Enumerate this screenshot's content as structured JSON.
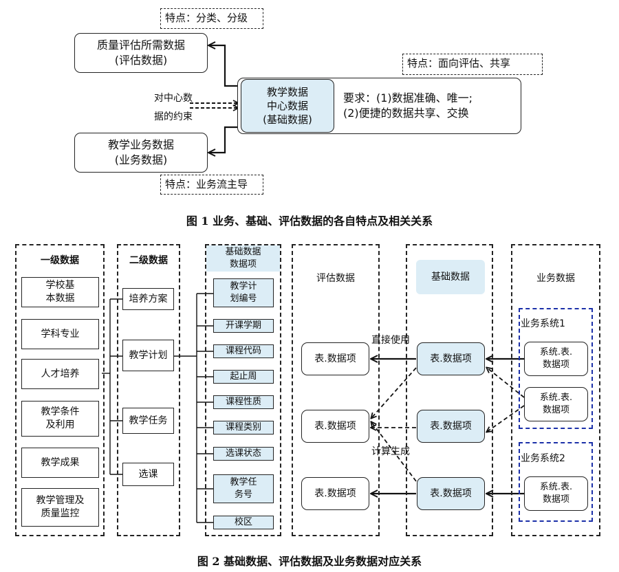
{
  "fig1": {
    "quality": [
      "质量评估所需数据",
      "(评估数据)"
    ],
    "business": [
      "教学业务数据",
      "(业务数据)"
    ],
    "center": [
      "教学数据",
      "中心数据",
      "(基础数据)"
    ],
    "requirement": [
      "要求：(1)数据准确、唯一;",
      "(2)便捷的数据共享、交换"
    ],
    "note_top": "特点：分类、分级",
    "note_right": "特点：面向评估、共享",
    "note_bottom": "特点：业务流主导",
    "constraint": [
      "对中心数",
      "据的约束"
    ],
    "caption": "图 1    业务、基础、评估数据的各自特点及相关关系"
  },
  "fig2": {
    "col1": {
      "title": "一级数据",
      "items": [
        [
          "学校基",
          "本数据"
        ],
        [
          "学科专业"
        ],
        [
          "人才培养"
        ],
        [
          "教学条件",
          "及利用"
        ],
        [
          "教学成果"
        ],
        [
          "教学管理及",
          "质量监控"
        ]
      ]
    },
    "col2": {
      "title": "二级数据",
      "items": [
        "培养方案",
        "教学计划",
        "教学任务",
        "选课"
      ]
    },
    "col3": {
      "title": [
        "基础数据",
        "数据项"
      ],
      "items": [
        [
          "教学计",
          "划编号"
        ],
        [
          "开课学期"
        ],
        [
          "课程代码"
        ],
        [
          "起止周"
        ],
        [
          "课程性质"
        ],
        [
          "课程类别"
        ],
        [
          "选课状态"
        ],
        [
          "教学任",
          "务号"
        ],
        [
          "校区"
        ]
      ]
    },
    "eval": {
      "title": "评估数据",
      "items": [
        "表.数据项",
        "表.数据项",
        "表.数据项"
      ]
    },
    "base": {
      "title": "基础数据",
      "items": [
        "表.数据项",
        "表.数据项",
        "表.数据项"
      ]
    },
    "biz": {
      "title": "业务数据",
      "sys1": "业务系统1",
      "sys2": "业务系统2",
      "item1": [
        "系统.表.",
        "数据项"
      ],
      "item2": [
        "系统.表.",
        "数据项"
      ],
      "item3": [
        "系统.表.",
        "数据项"
      ]
    },
    "direct_use": "直接使用",
    "calc_gen": "计算生成",
    "caption": "图 2    基础数据、评估数据及业务数据对应关系"
  }
}
